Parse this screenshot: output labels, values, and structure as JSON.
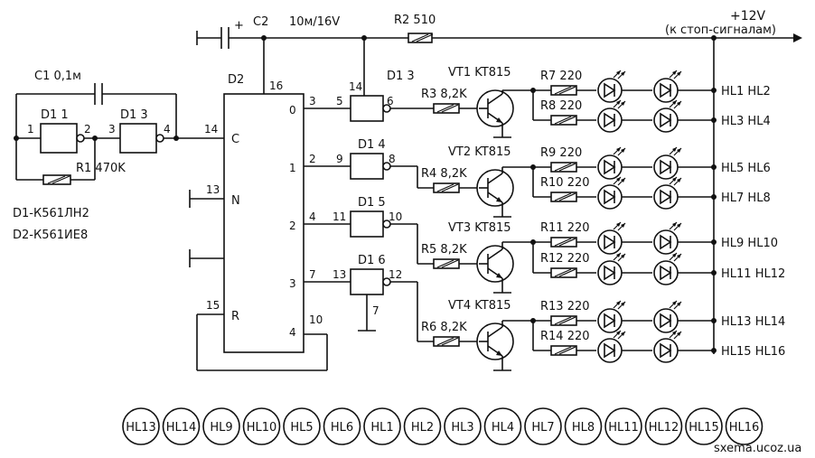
{
  "supply": {
    "voltage": "+12V",
    "note": "(к стоп-сигналам)"
  },
  "chips": {
    "d1_type": "D1-К561ЛН2",
    "d2_type": "D2-К561ИЕ8",
    "d2_label": "D2"
  },
  "components": {
    "c1": "C1 0,1м",
    "c2": "C2",
    "c2_value": "10м/16V",
    "r1": "R1 470K",
    "r2": "R2 510"
  },
  "gates": {
    "g1": "D1 1",
    "g2": "D1 3",
    "g3": "D1 3",
    "g4": "D1 4",
    "g5": "D1 5",
    "g6": "D1 6"
  },
  "counter_pins": {
    "c_label": "C",
    "n_label": "N",
    "r_label": "R",
    "out0": "0",
    "out1": "1",
    "out2": "2",
    "out3": "3",
    "out4": "4",
    "p14": "14",
    "p13": "13",
    "p15": "15",
    "p16": "16",
    "p10": "10",
    "p3": "3",
    "p2": "2",
    "p4": "4",
    "p7": "7"
  },
  "gate_pins": {
    "g1_in": "1",
    "g1_out": "2",
    "g2_in": "3",
    "g2_out": "4",
    "g3_in": "5",
    "g3_vcc": "14",
    "g3_out": "6",
    "g4_in": "9",
    "g4_out": "8",
    "g5_in": "11",
    "g5_out": "10",
    "g6_in": "13",
    "g6_out": "12",
    "g6_gnd": "7"
  },
  "stages": [
    {
      "vt": "VT1 KT815",
      "rb": "R3 8,2K",
      "ra": "R7 220",
      "rb2": "R8 220",
      "la": "HL1 HL2",
      "lb": "HL3 HL4"
    },
    {
      "vt": "VT2 KT815",
      "rb": "R4 8,2K",
      "ra": "R9 220",
      "rb2": "R10 220",
      "la": "HL5 HL6",
      "lb": "HL7 HL8"
    },
    {
      "vt": "VT3 KT815",
      "rb": "R5 8,2K",
      "ra": "R11 220",
      "rb2": "R12 220",
      "la": "HL9 HL10",
      "lb": "HL11 HL12"
    },
    {
      "vt": "VT4 KT815",
      "rb": "R6 8,2K",
      "ra": "R13 220",
      "rb2": "R14 220",
      "la": "HL13 HL14",
      "lb": "HL15 HL16"
    }
  ],
  "lamp_row": [
    "HL13",
    "HL14",
    "HL9",
    "HL10",
    "HL5",
    "HL6",
    "HL1",
    "HL2",
    "HL3",
    "HL4",
    "HL7",
    "HL8",
    "HL11",
    "HL12",
    "HL15",
    "HL16"
  ],
  "watermark": "sxema.ucoz.ua"
}
